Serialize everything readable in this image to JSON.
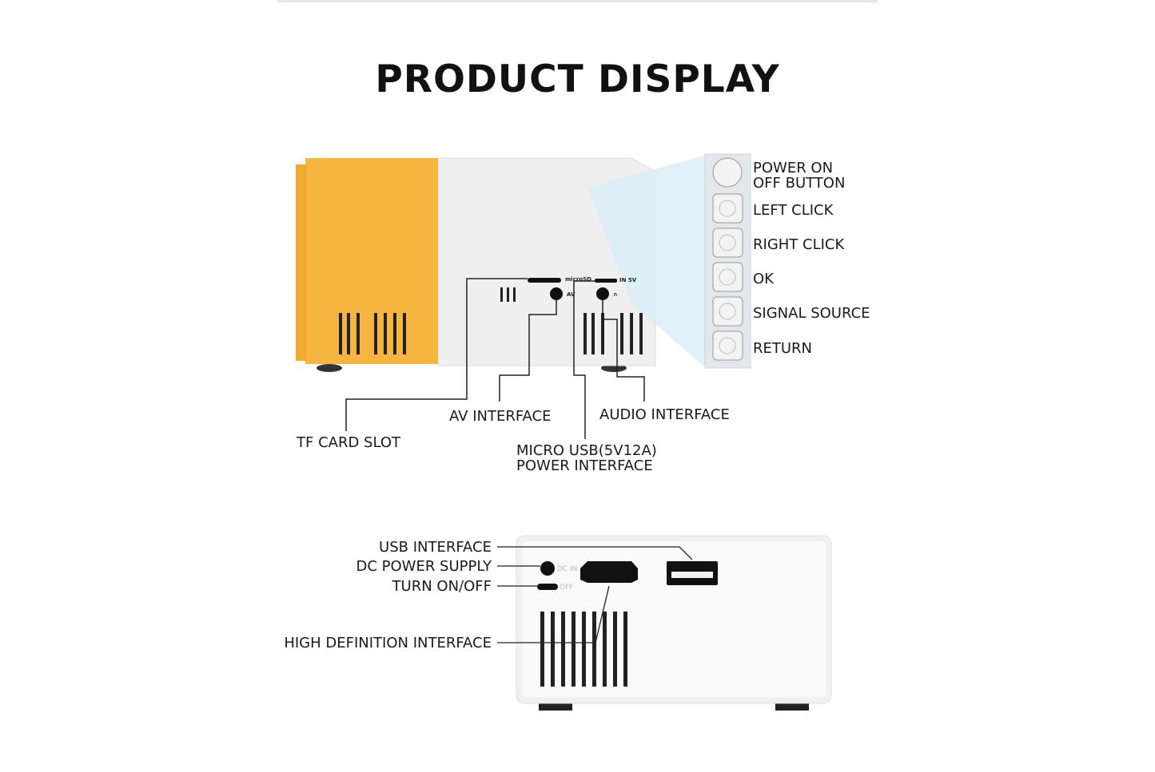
{
  "title": "PRODUCT DISPLAY",
  "colors": {
    "orange": "#f5b53f",
    "body": "#efefef",
    "panel": "#e3e6ea",
    "beam": "#d8eef8"
  },
  "top_view": {
    "buttons": [
      {
        "label_line1": "POWER ON",
        "label_line2": "OFF BUTTON",
        "icon": "power-circle-icon"
      },
      {
        "label": "LEFT CLICK",
        "icon": "triangle-left-icon"
      },
      {
        "label": "RIGHT CLICK",
        "icon": "triangle-right-icon"
      },
      {
        "label": "OK",
        "icon": "ok-icon"
      },
      {
        "label": "SIGNAL SOURCE",
        "icon": "source-icon"
      },
      {
        "label": "RETURN",
        "icon": "return-icon"
      }
    ],
    "callouts": {
      "tf_card": "TF CARD SLOT",
      "av": "AV INTERFACE",
      "audio": "AUDIO INTERFACE",
      "usb_line1": "MICRO USB(5V12A)",
      "usb_line2": "POWER INTERFACE"
    },
    "device_markings": {
      "microsd": "microSD",
      "in5v": "IN 5V",
      "av": "AV",
      "audio": "∩"
    }
  },
  "rear_view": {
    "callouts": {
      "usb": "USB INTERFACE",
      "dc": "DC POWER SUPPLY",
      "switch": "TURN ON/OFF",
      "hdmi": "HIGH DEFINITION INTERFACE"
    },
    "device_markings": {
      "dc_in": "DC IN",
      "off": "OFF"
    }
  }
}
